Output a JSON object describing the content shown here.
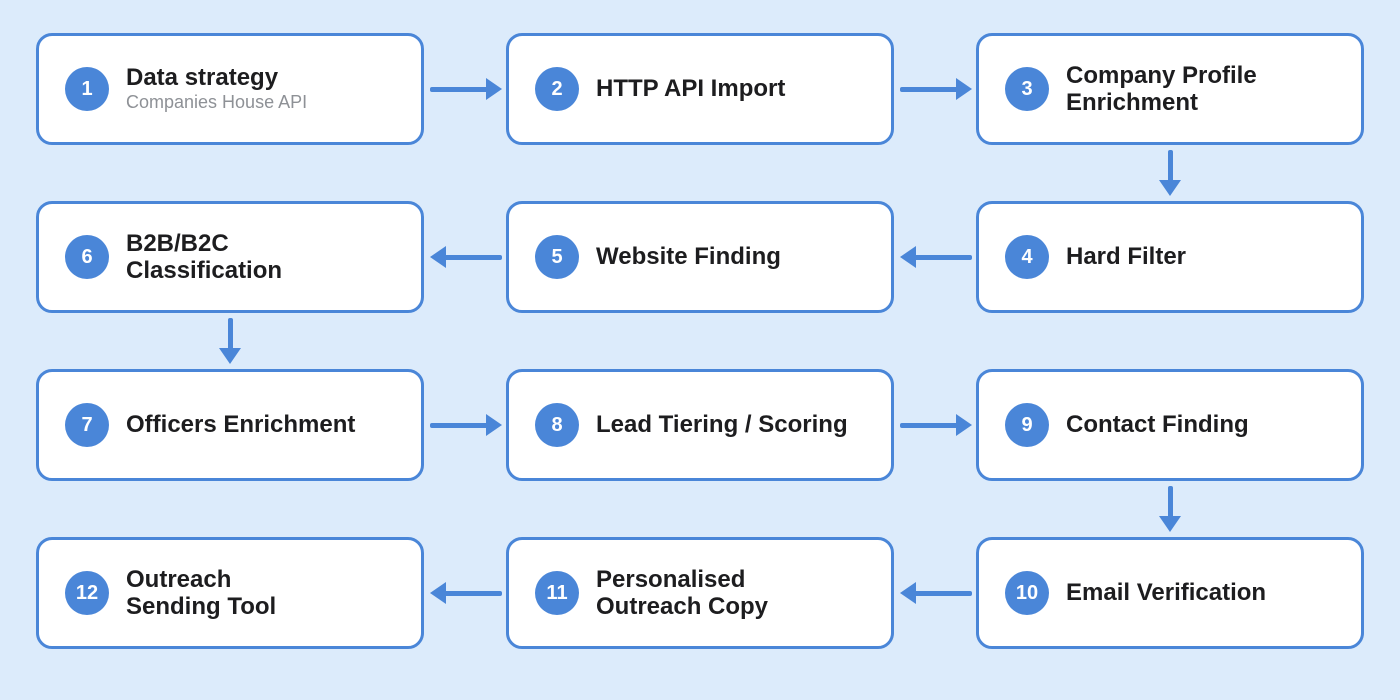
{
  "colors": {
    "accent": "#4a86d8",
    "background": "#dcebfb",
    "box_background": "#ffffff",
    "title_text": "#1d1d1f",
    "subtitle_text": "#8e9196"
  },
  "diagram": {
    "type": "flowchart-snake-grid",
    "flow_order": [
      1,
      2,
      3,
      4,
      5,
      6,
      7,
      8,
      9,
      10,
      11,
      12
    ]
  },
  "boxes": [
    {
      "number": "1",
      "title": "Data strategy",
      "subtitle": "Companies House API"
    },
    {
      "number": "2",
      "title": "HTTP API Import"
    },
    {
      "number": "3",
      "title": "Company Profile\nEnrichment"
    },
    {
      "number": "4",
      "title": "Hard Filter"
    },
    {
      "number": "5",
      "title": "Website Finding"
    },
    {
      "number": "6",
      "title": "B2B/B2C\nClassification"
    },
    {
      "number": "7",
      "title": "Officers Enrichment"
    },
    {
      "number": "8",
      "title": "Lead Tiering / Scoring"
    },
    {
      "number": "9",
      "title": "Contact Finding"
    },
    {
      "number": "10",
      "title": "Email Verification"
    },
    {
      "number": "11",
      "title": "Personalised\nOutreach Copy"
    },
    {
      "number": "12",
      "title": "Outreach\nSending Tool"
    }
  ],
  "arrows": [
    {
      "from": "1",
      "to": "2",
      "direction": "right"
    },
    {
      "from": "2",
      "to": "3",
      "direction": "right"
    },
    {
      "from": "3",
      "to": "4",
      "direction": "down"
    },
    {
      "from": "4",
      "to": "5",
      "direction": "left"
    },
    {
      "from": "5",
      "to": "6",
      "direction": "left"
    },
    {
      "from": "6",
      "to": "7",
      "direction": "down"
    },
    {
      "from": "7",
      "to": "8",
      "direction": "right"
    },
    {
      "from": "8",
      "to": "9",
      "direction": "right"
    },
    {
      "from": "9",
      "to": "10",
      "direction": "down"
    },
    {
      "from": "10",
      "to": "11",
      "direction": "left"
    },
    {
      "from": "11",
      "to": "12",
      "direction": "left"
    }
  ]
}
